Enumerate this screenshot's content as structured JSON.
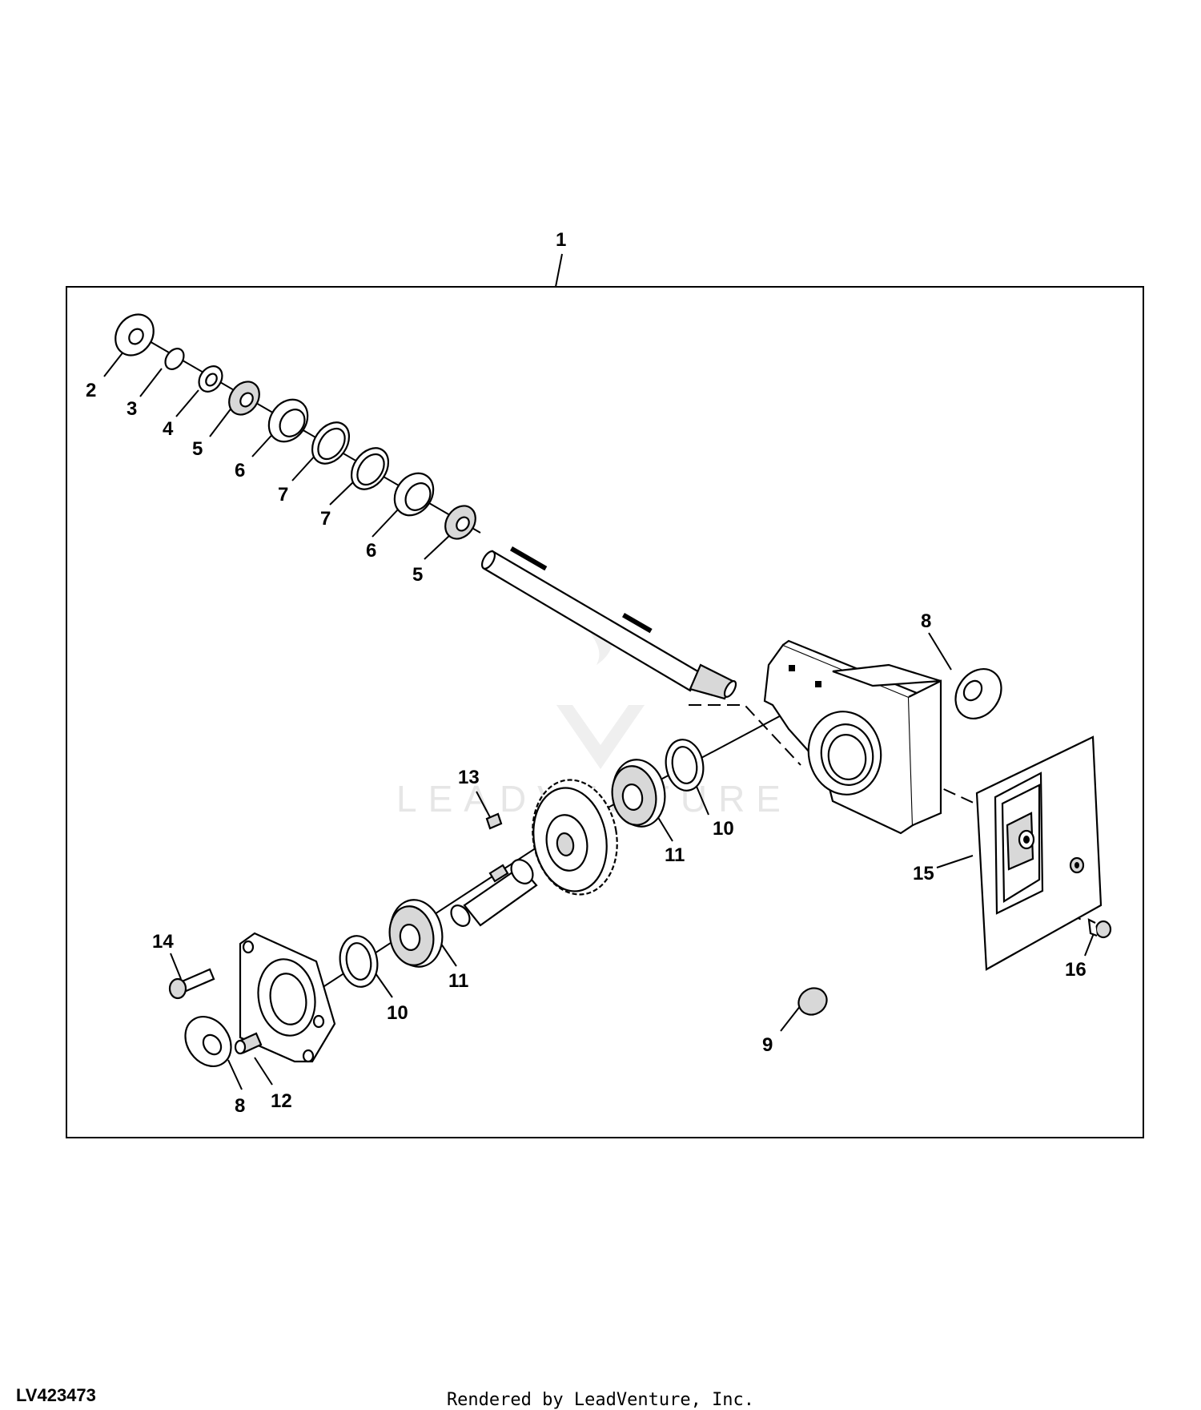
{
  "diagram_id": "LV423473",
  "credit": "Rendered by LeadVenture, Inc.",
  "watermark": "LEADVENTURE",
  "callouts": [
    "1",
    "2",
    "3",
    "4",
    "5",
    "6",
    "7",
    "7",
    "6",
    "5",
    "8",
    "13",
    "10",
    "11",
    "15",
    "14",
    "11",
    "10",
    "16",
    "9",
    "8",
    "12"
  ]
}
